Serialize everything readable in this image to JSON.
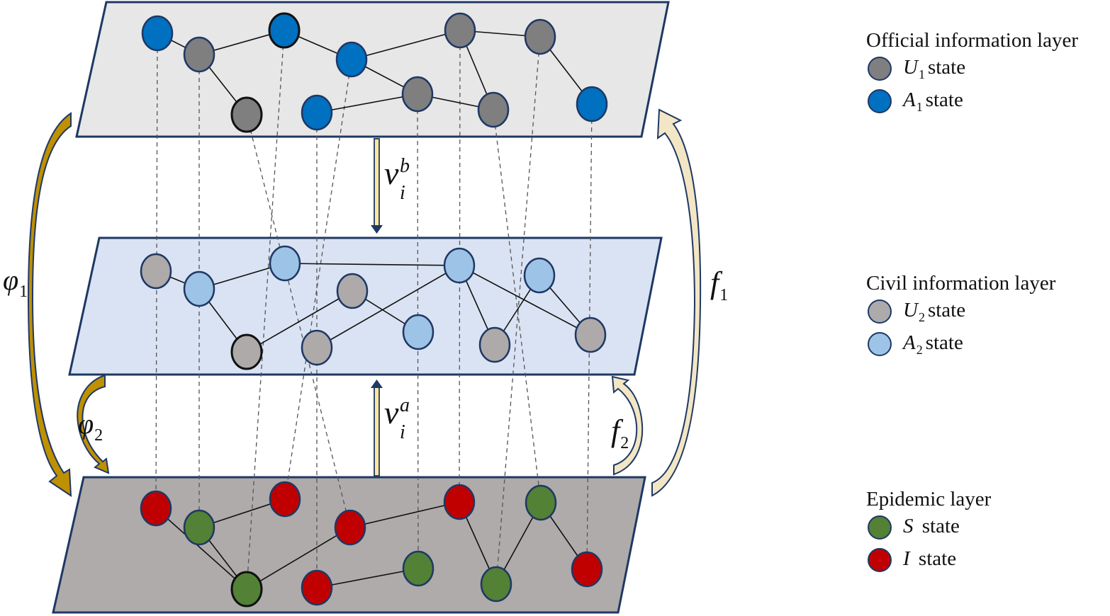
{
  "diagram": {
    "title": "Three-layer multiplex network: official information, civil information, epidemic",
    "colors": {
      "official_bg": "#e7e7e7",
      "civil_bg": "#dae3f3",
      "epidemic_bg": "#afabab",
      "outline": "#1f3864",
      "U1": "#7f7f7f",
      "A1": "#0070c0",
      "U2": "#aeaaaa",
      "A2": "#9dc3e6",
      "S": "#538135",
      "I": "#c00000",
      "phi_arrow": "#bf9000",
      "f_arrow": "#f2e6c4",
      "v_arrow": "#ffe699"
    },
    "layers": [
      {
        "id": "official",
        "name": "Official information layer",
        "nodes": [
          {
            "id": "A",
            "state": "A1"
          },
          {
            "id": "B",
            "state": "U1"
          },
          {
            "id": "C",
            "state": "A1"
          },
          {
            "id": "D",
            "state": "A1"
          },
          {
            "id": "E",
            "state": "U1"
          },
          {
            "id": "F",
            "state": "A1"
          },
          {
            "id": "G",
            "state": "U1"
          },
          {
            "id": "H",
            "state": "U1"
          },
          {
            "id": "I",
            "state": "U1"
          },
          {
            "id": "J",
            "state": "U1"
          },
          {
            "id": "K",
            "state": "A1"
          }
        ],
        "edges": [
          [
            "A",
            "B"
          ],
          [
            "B",
            "C"
          ],
          [
            "B",
            "E"
          ],
          [
            "C",
            "D"
          ],
          [
            "D",
            "H"
          ],
          [
            "D",
            "G"
          ],
          [
            "F",
            "G"
          ],
          [
            "G",
            "J"
          ],
          [
            "H",
            "J"
          ],
          [
            "H",
            "I"
          ],
          [
            "I",
            "K"
          ]
        ]
      },
      {
        "id": "civil",
        "name": "Civil information layer",
        "nodes": [
          {
            "id": "A",
            "state": "U2"
          },
          {
            "id": "B",
            "state": "A2"
          },
          {
            "id": "C",
            "state": "U2"
          },
          {
            "id": "D",
            "state": "A2"
          },
          {
            "id": "E",
            "state": "U2"
          },
          {
            "id": "F",
            "state": "U2"
          },
          {
            "id": "G",
            "state": "A2"
          },
          {
            "id": "H",
            "state": "A2"
          },
          {
            "id": "I",
            "state": "U2"
          },
          {
            "id": "J",
            "state": "A2"
          },
          {
            "id": "K",
            "state": "U2"
          }
        ],
        "edges": [
          [
            "A",
            "B"
          ],
          [
            "B",
            "D"
          ],
          [
            "B",
            "C"
          ],
          [
            "D",
            "H"
          ],
          [
            "C",
            "E"
          ],
          [
            "E",
            "G"
          ],
          [
            "F",
            "H"
          ],
          [
            "H",
            "I"
          ],
          [
            "H",
            "K"
          ],
          [
            "J",
            "I"
          ],
          [
            "J",
            "K"
          ]
        ]
      },
      {
        "id": "epidemic",
        "name": "Epidemic layer",
        "nodes": [
          {
            "id": "A",
            "state": "I"
          },
          {
            "id": "B",
            "state": "S"
          },
          {
            "id": "C",
            "state": "S"
          },
          {
            "id": "D",
            "state": "I"
          },
          {
            "id": "E",
            "state": "I"
          },
          {
            "id": "F",
            "state": "I"
          },
          {
            "id": "G",
            "state": "S"
          },
          {
            "id": "H",
            "state": "I"
          },
          {
            "id": "I",
            "state": "S"
          },
          {
            "id": "J",
            "state": "S"
          },
          {
            "id": "K",
            "state": "I"
          }
        ],
        "edges": [
          [
            "A",
            "C"
          ],
          [
            "B",
            "D"
          ],
          [
            "B",
            "C"
          ],
          [
            "C",
            "E"
          ],
          [
            "E",
            "H"
          ],
          [
            "F",
            "G"
          ],
          [
            "H",
            "I"
          ],
          [
            "I",
            "J"
          ],
          [
            "J",
            "K"
          ]
        ]
      }
    ],
    "arrows": [
      {
        "id": "phi1",
        "label": "φ",
        "sub": "1",
        "from": "official",
        "to": "epidemic"
      },
      {
        "id": "phi2",
        "label": "φ",
        "sub": "2",
        "from": "civil",
        "to": "epidemic"
      },
      {
        "id": "f1",
        "label": "f",
        "sub": "1",
        "from": "epidemic",
        "to": "official"
      },
      {
        "id": "f2",
        "label": "f",
        "sub": "2",
        "from": "epidemic",
        "to": "civil"
      },
      {
        "id": "vb",
        "label": "v",
        "sub": "i",
        "sup": "b",
        "from": "official",
        "to": "civil"
      },
      {
        "id": "va",
        "label": "v",
        "sub": "i",
        "sup": "a",
        "from": "epidemic",
        "to": "civil"
      }
    ]
  },
  "legend": {
    "official": {
      "title": "Official information layer",
      "items": [
        {
          "sym": "U",
          "sub": "1",
          "text": "state",
          "color_key": "U1"
        },
        {
          "sym": "A",
          "sub": "1",
          "text": "state",
          "color_key": "A1"
        }
      ]
    },
    "civil": {
      "title": "Civil information layer",
      "items": [
        {
          "sym": "U",
          "sub": "2",
          "text": "state",
          "color_key": "U2"
        },
        {
          "sym": "A",
          "sub": "2",
          "text": "state",
          "color_key": "A2"
        }
      ]
    },
    "epidemic": {
      "title": "Epidemic layer",
      "items": [
        {
          "sym": "S",
          "sub": "",
          "text": "state",
          "color_key": "S"
        },
        {
          "sym": "I",
          "sub": "",
          "text": "state",
          "color_key": "I"
        }
      ]
    }
  }
}
